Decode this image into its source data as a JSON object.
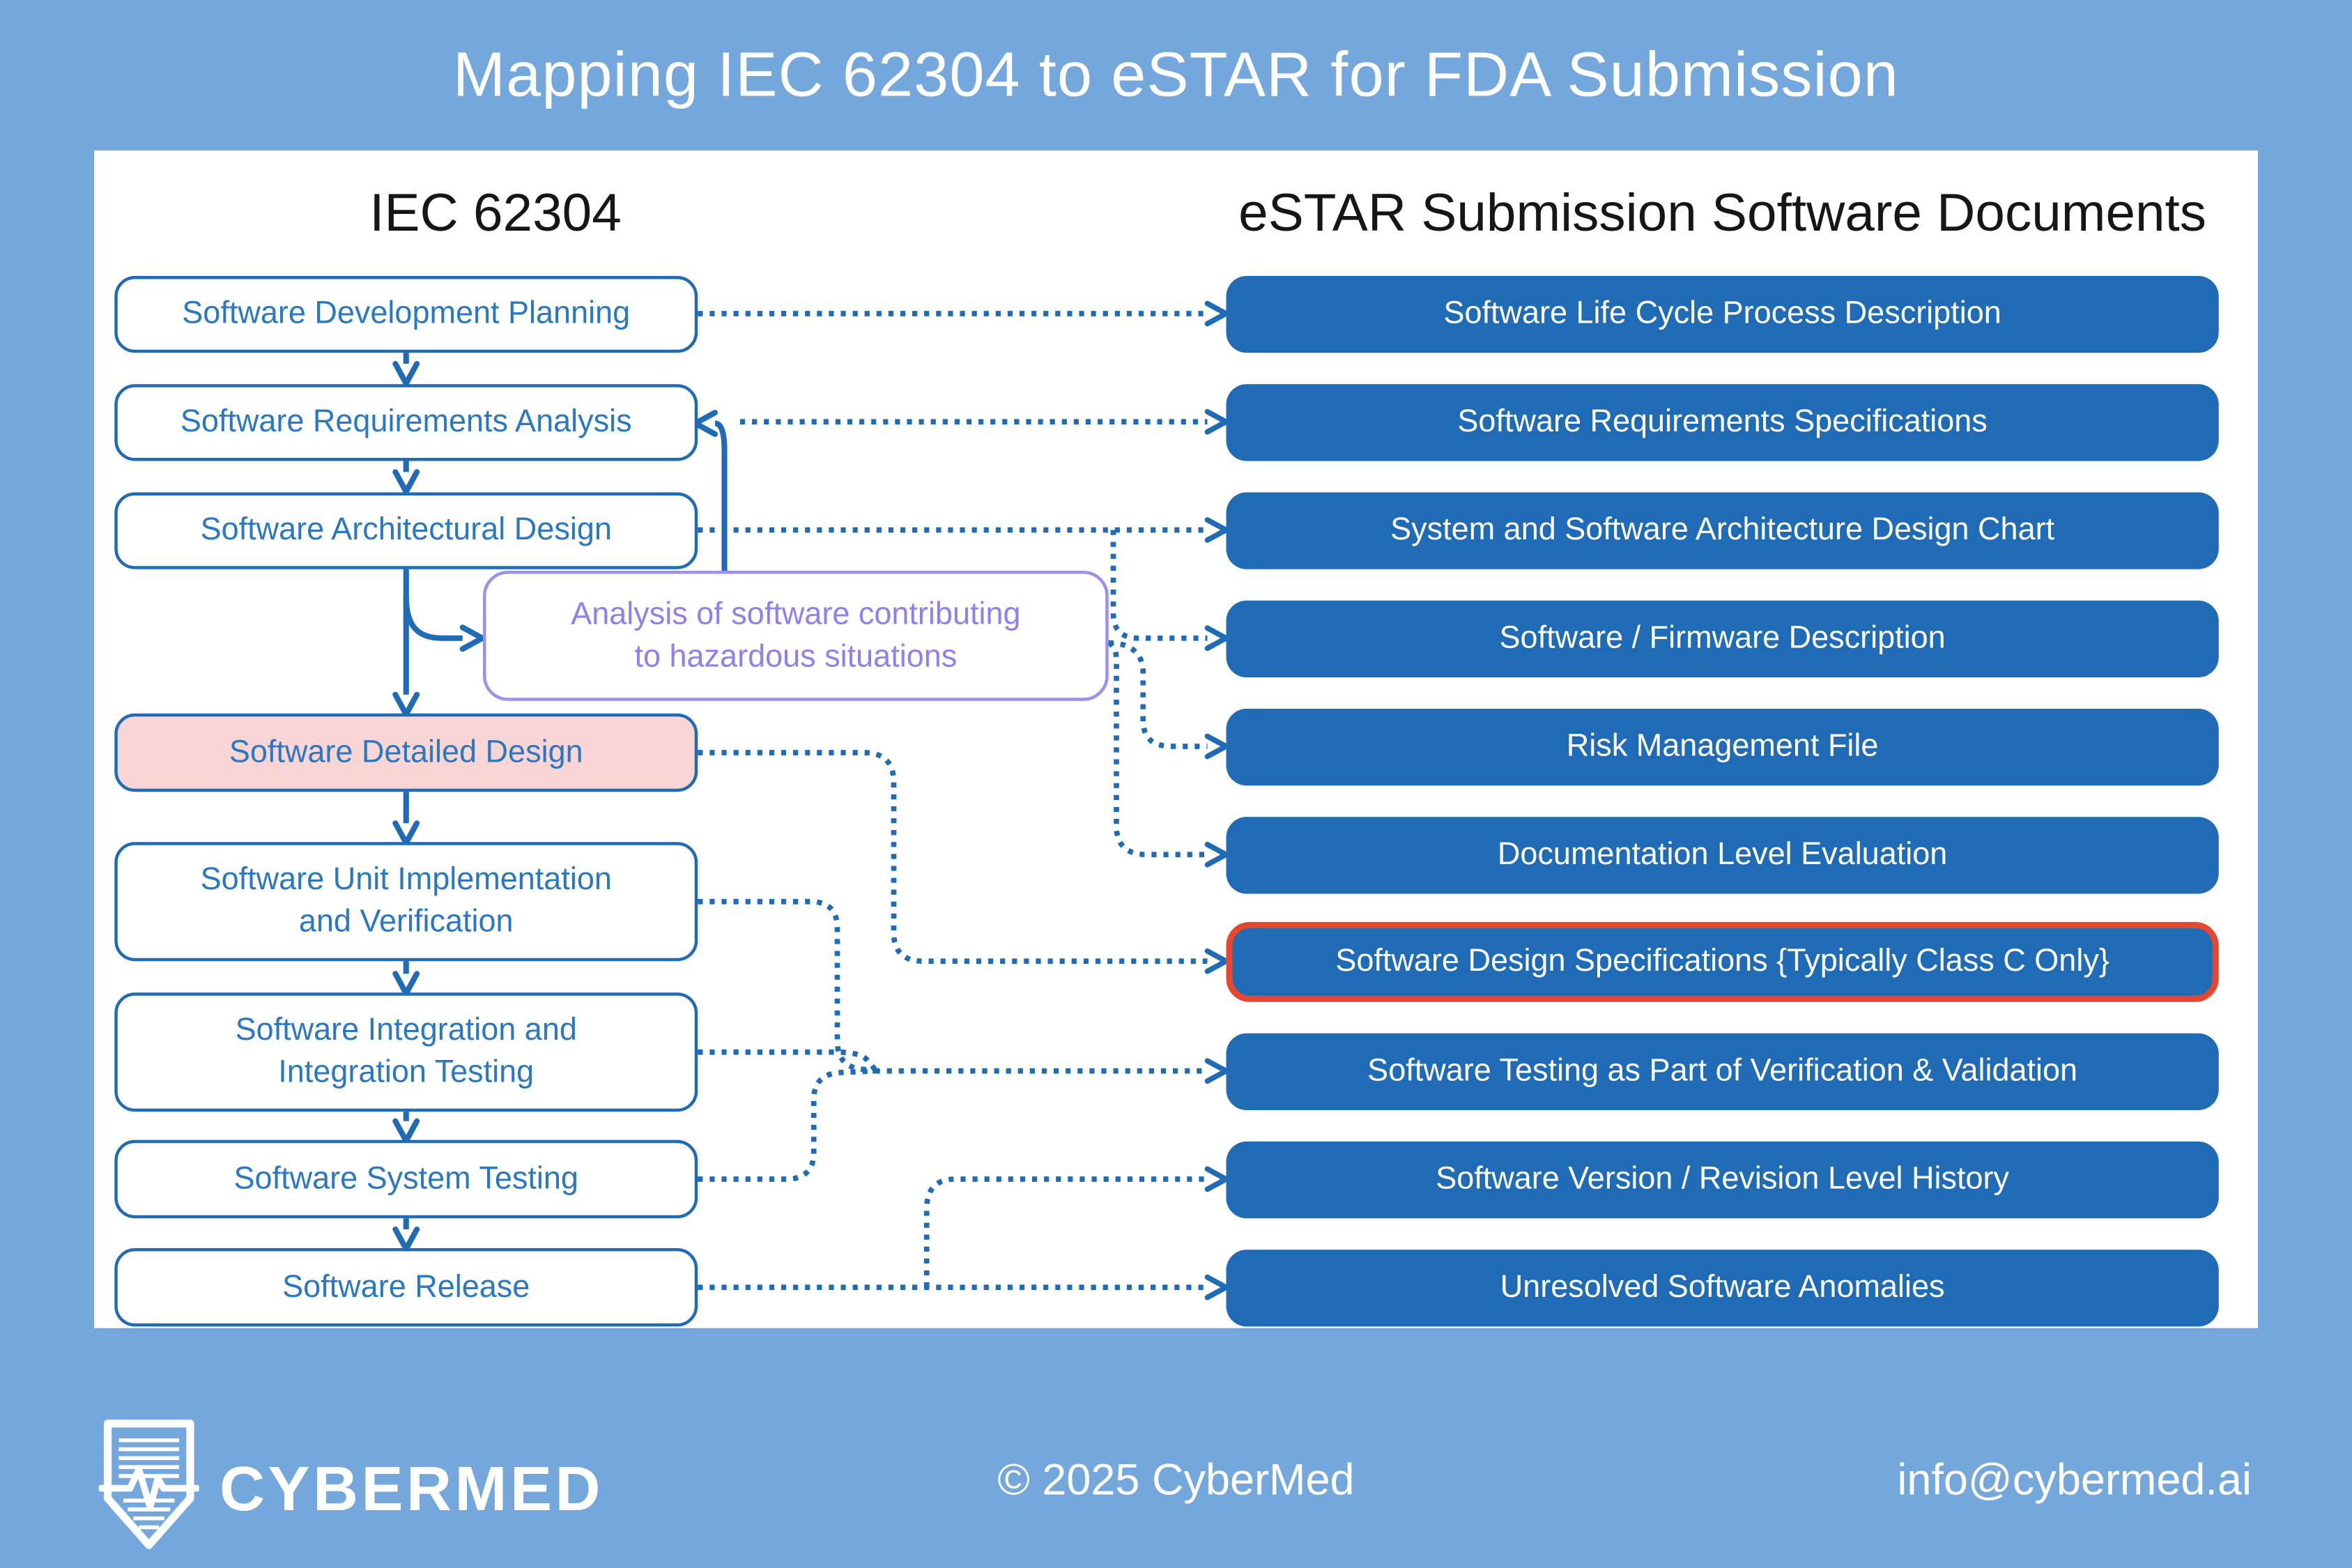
{
  "title": "Mapping IEC 62304 to eSTAR for FDA Submission",
  "left_column": {
    "header": "IEC 62304",
    "boxes": [
      {
        "line1": "Software Development Planning"
      },
      {
        "line1": "Software Requirements Analysis"
      },
      {
        "line1": "Software Architectural Design"
      },
      {
        "line1": "Software Detailed Design"
      },
      {
        "line1": "Software Unit Implementation",
        "line2": "and Verification"
      },
      {
        "line1": "Software Integration and",
        "line2": "Integration Testing"
      },
      {
        "line1": "Software System Testing"
      },
      {
        "line1": "Software Release"
      }
    ]
  },
  "hazard_note": {
    "line1": "Analysis of software contributing",
    "line2": "to hazardous situations"
  },
  "right_column": {
    "header": "eSTAR Submission Software Documents",
    "boxes": [
      {
        "label": "Software Life Cycle Process Description"
      },
      {
        "label": "Software Requirements Specifications"
      },
      {
        "label": "System and Software Architecture Design Chart"
      },
      {
        "label": "Software / Firmware Description"
      },
      {
        "label": "Risk Management File"
      },
      {
        "label": "Documentation Level Evaluation"
      },
      {
        "label": "Software Design Specifications {Typically Class C Only}"
      },
      {
        "label": "Software Testing as Part of Verification & Validation"
      },
      {
        "label": "Software Version / Revision Level History"
      },
      {
        "label": "Unresolved Software Anomalies"
      }
    ]
  },
  "footer": {
    "brand": "CYBERMED",
    "copyright": "© 2025 CyberMed",
    "email": "info@cybermed.ai"
  },
  "colors": {
    "background": "#74A7DC",
    "primary_blue": "#1F6BB5",
    "left_text": "#2A78C2",
    "purple": "#9D8FF1",
    "purple_text": "#8E80ED",
    "pink": "#F9D5D6",
    "red": "#E8472F"
  }
}
